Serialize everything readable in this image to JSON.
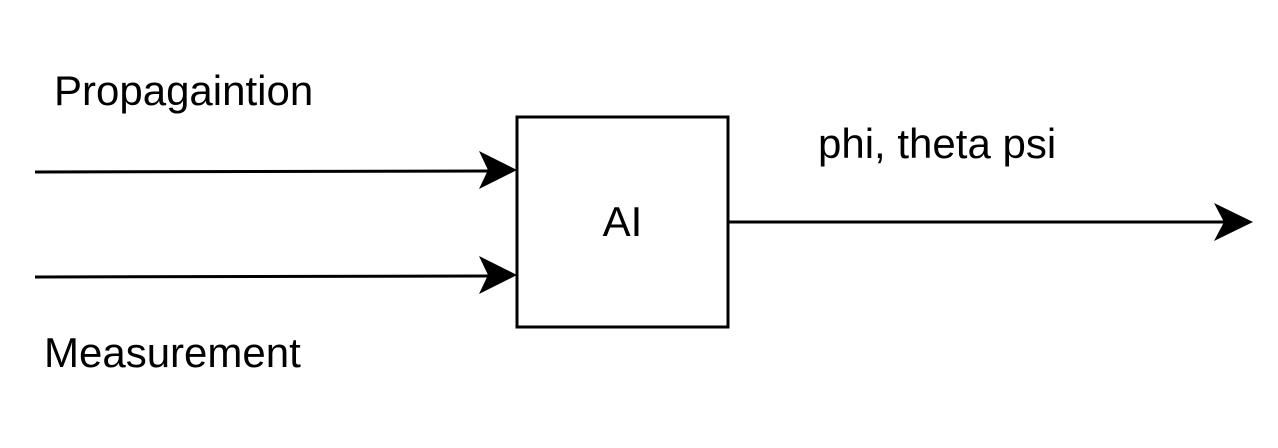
{
  "inputs": {
    "top_label": "Propagaintion",
    "bottom_label": "Measurement"
  },
  "block": {
    "label": "AI"
  },
  "output": {
    "label": "phi, theta psi"
  },
  "colors": {
    "stroke": "#000000",
    "background": "#ffffff"
  }
}
